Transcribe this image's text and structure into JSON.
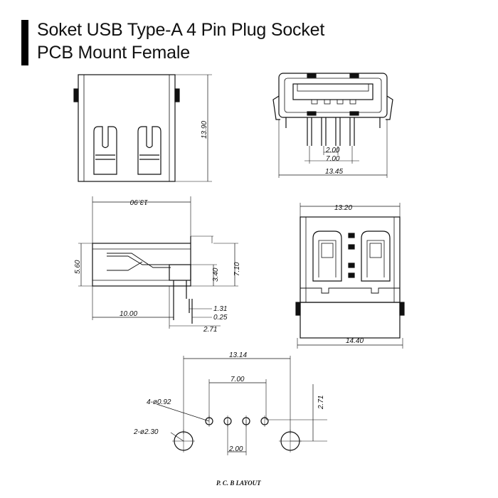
{
  "title": {
    "line1": "Soket USB Type-A 4 Pin Plug Socket",
    "line2": "PCB Mount Female"
  },
  "side_view_top": {
    "height_dim": "13.90"
  },
  "front_view": {
    "pin_pitch_dim": "2.00",
    "pin_span_dim": "7.00",
    "width_dim": "13.45"
  },
  "side_view": {
    "length_dim": "13.90",
    "height_dim": "5.60",
    "pin_length_dim": "3.40",
    "overall_height_dim": "7.10",
    "body_dim": "10.00",
    "dim_a": "1.31",
    "dim_b": "0.25",
    "dim_c": "2.71"
  },
  "bottom_view": {
    "top_width_dim": "13.20",
    "bottom_width_dim": "14.40"
  },
  "pcb_layout": {
    "overall_dim": "13.14",
    "pin_span_dim": "7.00",
    "offset_dim": "2.71",
    "small_hole_label": "4-ø0.92",
    "large_hole_label": "2-ø2.30",
    "pitch_dim": "2.00",
    "caption": "P. C. B LAYOUT"
  }
}
